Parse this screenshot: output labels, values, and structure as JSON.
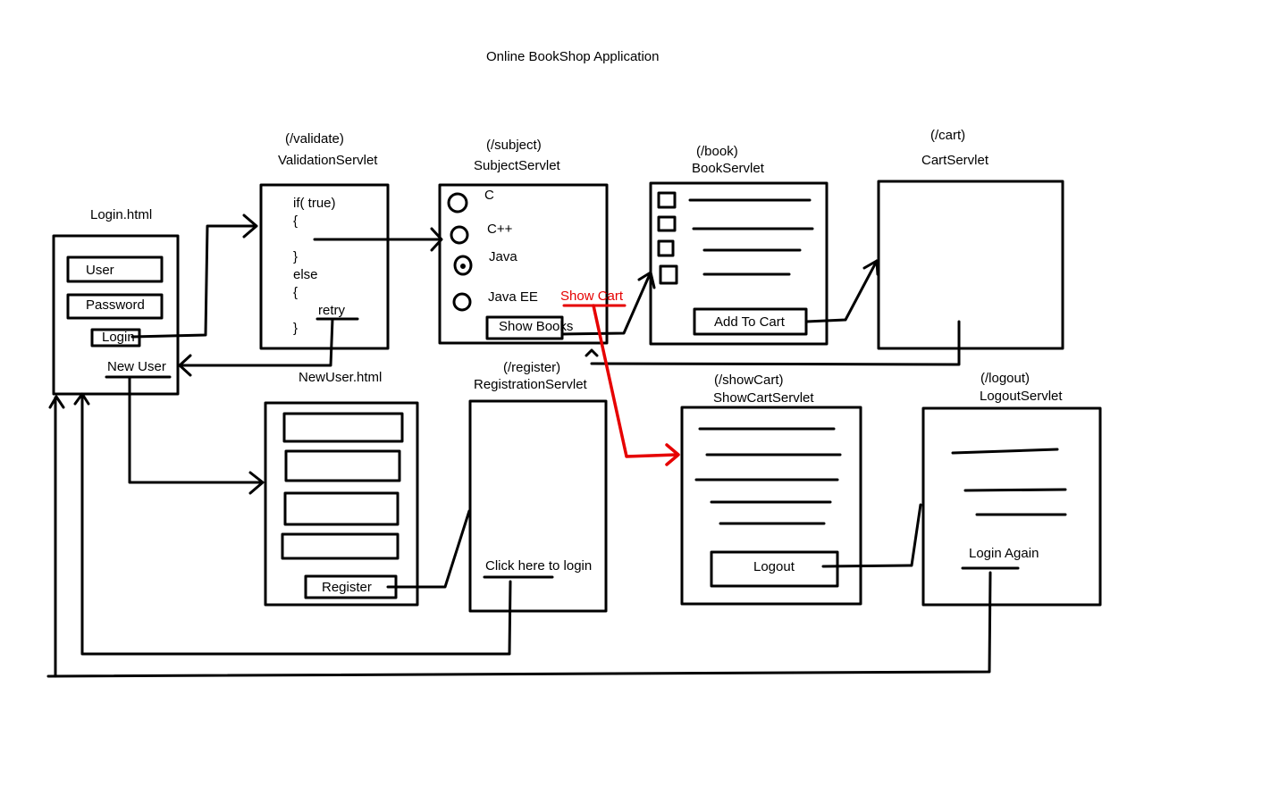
{
  "title": "Online BookShop Application",
  "login": {
    "heading": "Login.html",
    "user": "User",
    "password": "Password",
    "login": "Login",
    "new_user": "New User"
  },
  "validation": {
    "url": "(/validate)",
    "name": "ValidationServlet",
    "code": [
      "if( true)",
      "{",
      "}",
      "else",
      "{",
      "}"
    ],
    "retry": "retry"
  },
  "subject": {
    "url": "(/subject)",
    "name": "SubjectServlet",
    "options": [
      "C",
      "C++",
      "Java",
      "Java EE"
    ],
    "show_books": "Show Books",
    "show_cart": "Show Cart"
  },
  "book": {
    "url": "(/book)",
    "name": "BookServlet",
    "add_to_cart": "Add To Cart"
  },
  "cart": {
    "url": "(/cart)",
    "name": "CartServlet"
  },
  "new_user_page": {
    "heading": "NewUser.html",
    "register": "Register"
  },
  "registration": {
    "url": "(/register)",
    "name": "RegistrationServlet",
    "login_link": "Click here to login"
  },
  "show_cart": {
    "url": "(/showCart)",
    "name": "ShowCartServlet",
    "logout": "Logout"
  },
  "logout": {
    "url": "(/logout)",
    "name": "LogoutServlet",
    "login_again": "Login Again"
  },
  "colors": {
    "ink": "#000000",
    "highlight": "#e60000"
  }
}
